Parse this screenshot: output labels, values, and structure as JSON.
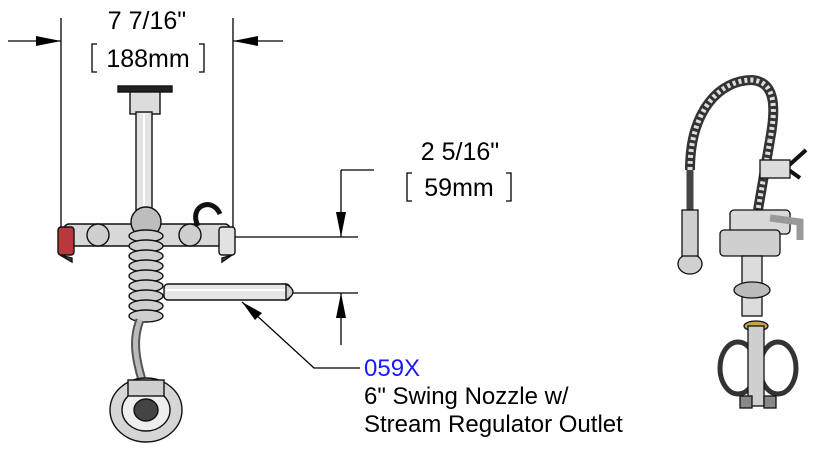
{
  "dimensions": {
    "width": {
      "imperial": "7 7/16\"",
      "metric": "188mm"
    },
    "height": {
      "imperial": "2 5/16\"",
      "metric": "59mm"
    }
  },
  "callout": {
    "part_number": "059X",
    "description_line1": "6\" Swing Nozzle w/",
    "description_line2": "Stream Regulator Outlet"
  },
  "colors": {
    "part_number": "#1a1aff",
    "line": "#000000",
    "metal_fill": "#e6e6e6"
  }
}
